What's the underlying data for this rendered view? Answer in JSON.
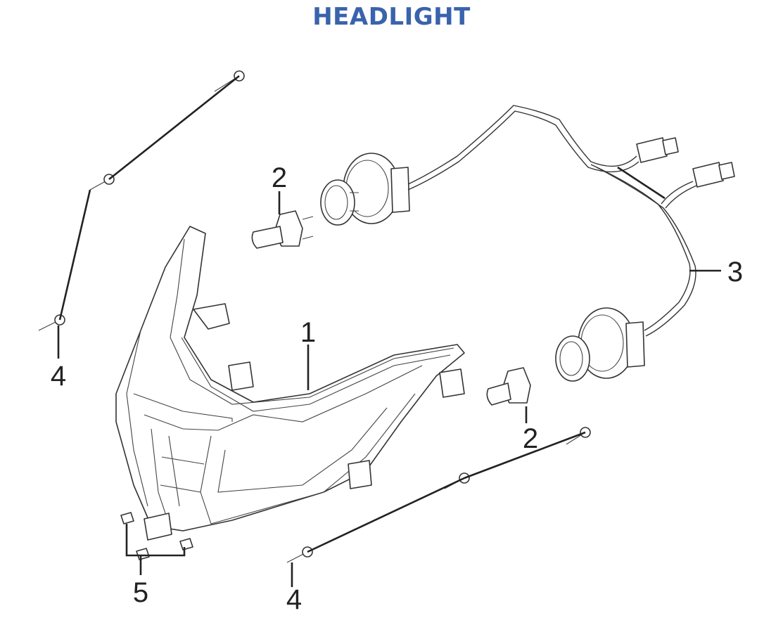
{
  "title": "HEADLIGHT",
  "callouts": {
    "headlight_assy": "1",
    "bulb_upper": "2",
    "bulb_lower": "2",
    "harness": "3",
    "screw_left": "4",
    "screw_bottom": "4",
    "clip_nut": "5"
  },
  "colors": {
    "title": "#3a63ad",
    "line": "#333333"
  }
}
